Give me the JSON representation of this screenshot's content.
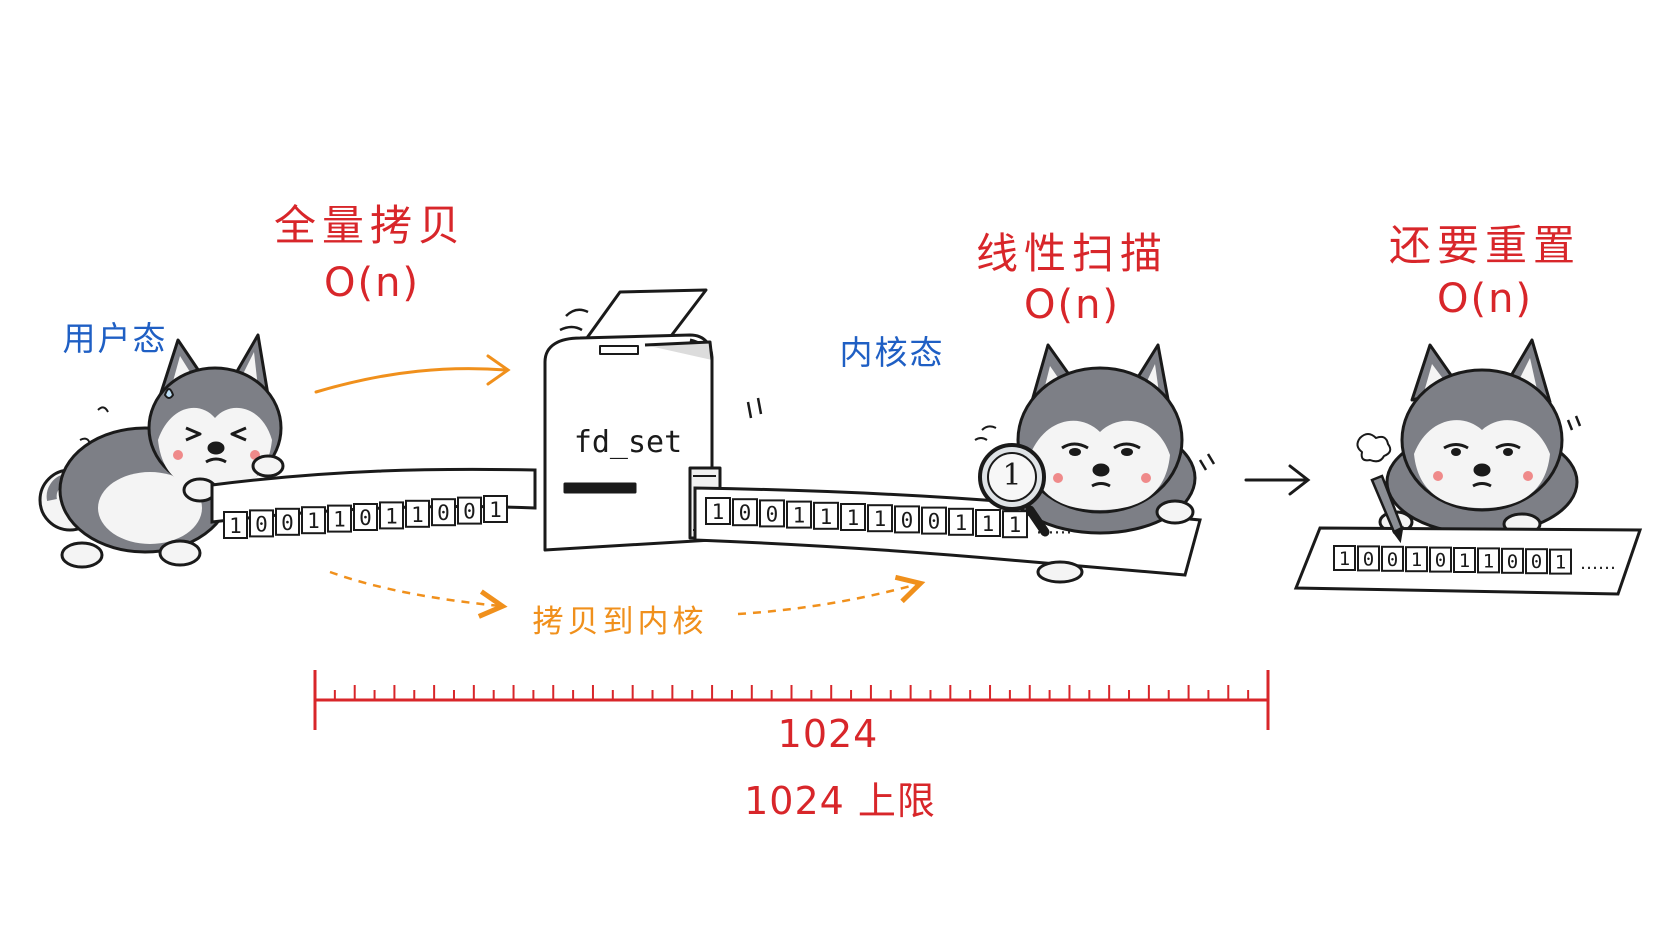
{
  "labels": {
    "full_copy": "全量拷贝",
    "full_copy_complexity": "O(n)",
    "linear_scan": "线性扫描",
    "linear_scan_complexity": "O(n)",
    "reset": "还要重置",
    "reset_complexity": "O(n)",
    "user_space": "用户态",
    "kernel_space": "内核态",
    "copy_to_kernel": "拷贝到内核",
    "machine": "fd_set",
    "ruler_value": "1024",
    "limit": "1024 上限",
    "magnifier_digit": "1"
  },
  "tapes": {
    "user_bits": [
      "1",
      "0",
      "0",
      "1",
      "1",
      "0",
      "1",
      "1",
      "0",
      "0",
      "1"
    ],
    "kernel_bits": [
      "1",
      "0",
      "0",
      "1",
      "1",
      "1",
      "1",
      "0",
      "0",
      "1",
      "1",
      "1"
    ],
    "kernel_trailing": "……",
    "reset_bits": [
      "1",
      "0",
      "0",
      "1",
      "0",
      "1",
      "1",
      "0",
      "0",
      "1"
    ],
    "reset_trailing": "……"
  },
  "colors": {
    "red": "#d8262a",
    "blue": "#1f5fc4",
    "orange": "#f0901c",
    "ink": "#1a1a1a",
    "fur": "#7d7f86",
    "fur_light": "#f4f4f4"
  },
  "icons": [
    "husky-dog",
    "copy-machine",
    "magnifier",
    "pencil",
    "arrow-right",
    "dashed-arrow",
    "ruler"
  ]
}
